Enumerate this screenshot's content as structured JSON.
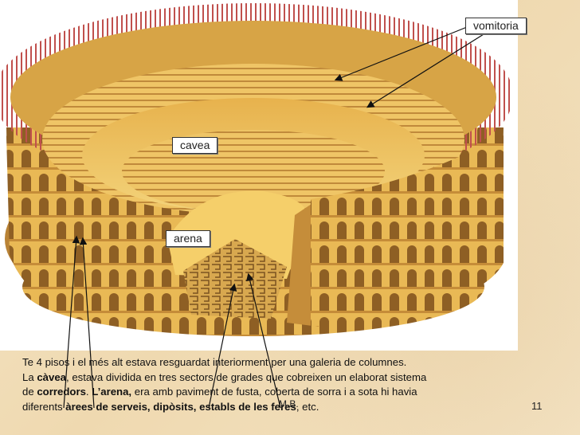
{
  "labels": {
    "vomitoria": "vomitoria",
    "cavea": "cavea",
    "arena": "arena"
  },
  "caption": {
    "line1": "Te 4 pisos i el més alt estava resguardat interiorment per una galeria de columnes.",
    "line2_pre": "La ",
    "line2_b1": "càvea",
    "line2_rest": ", estava dividida en tres sectors de grades que cobreixen un elaborat sistema",
    "line3_pre": "de ",
    "line3_b1": "corredors",
    "line3_mid": ". ",
    "line3_b2": "L’arena,",
    "line3_rest": " era amb paviment de fusta, coberta de sorra i a sota  hi havia",
    "line4_pre": "diferents ",
    "line4_b1": "àrees de serveis, dipòsits, establs de les feres",
    "line4_rest": ", etc."
  },
  "author_mark": "M.B.",
  "page_number": "11",
  "colors": {
    "stone_light": "#f1c75d",
    "stone_mid": "#d9a63c",
    "stone_dark": "#a8742a",
    "arena_sand": "#f5cf6a",
    "awning_poles": "#c0504d",
    "background": "#f3e2c0"
  }
}
